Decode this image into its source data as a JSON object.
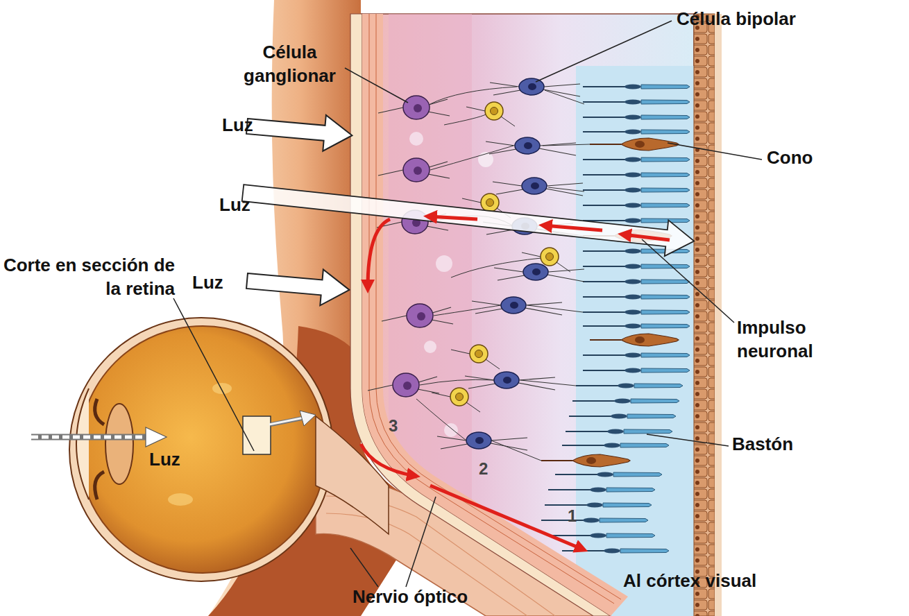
{
  "diagram": {
    "labels": [
      "Célula bipolar",
      "Célula ganglionar",
      "Luz",
      "Cono",
      "Luz",
      "Corte en sección de la retina",
      "Luz",
      "Impulso neuronal",
      "Luz",
      "Bastón",
      "3",
      "2",
      "1",
      "Al córtex visual",
      "Nervio óptico"
    ]
  }
}
